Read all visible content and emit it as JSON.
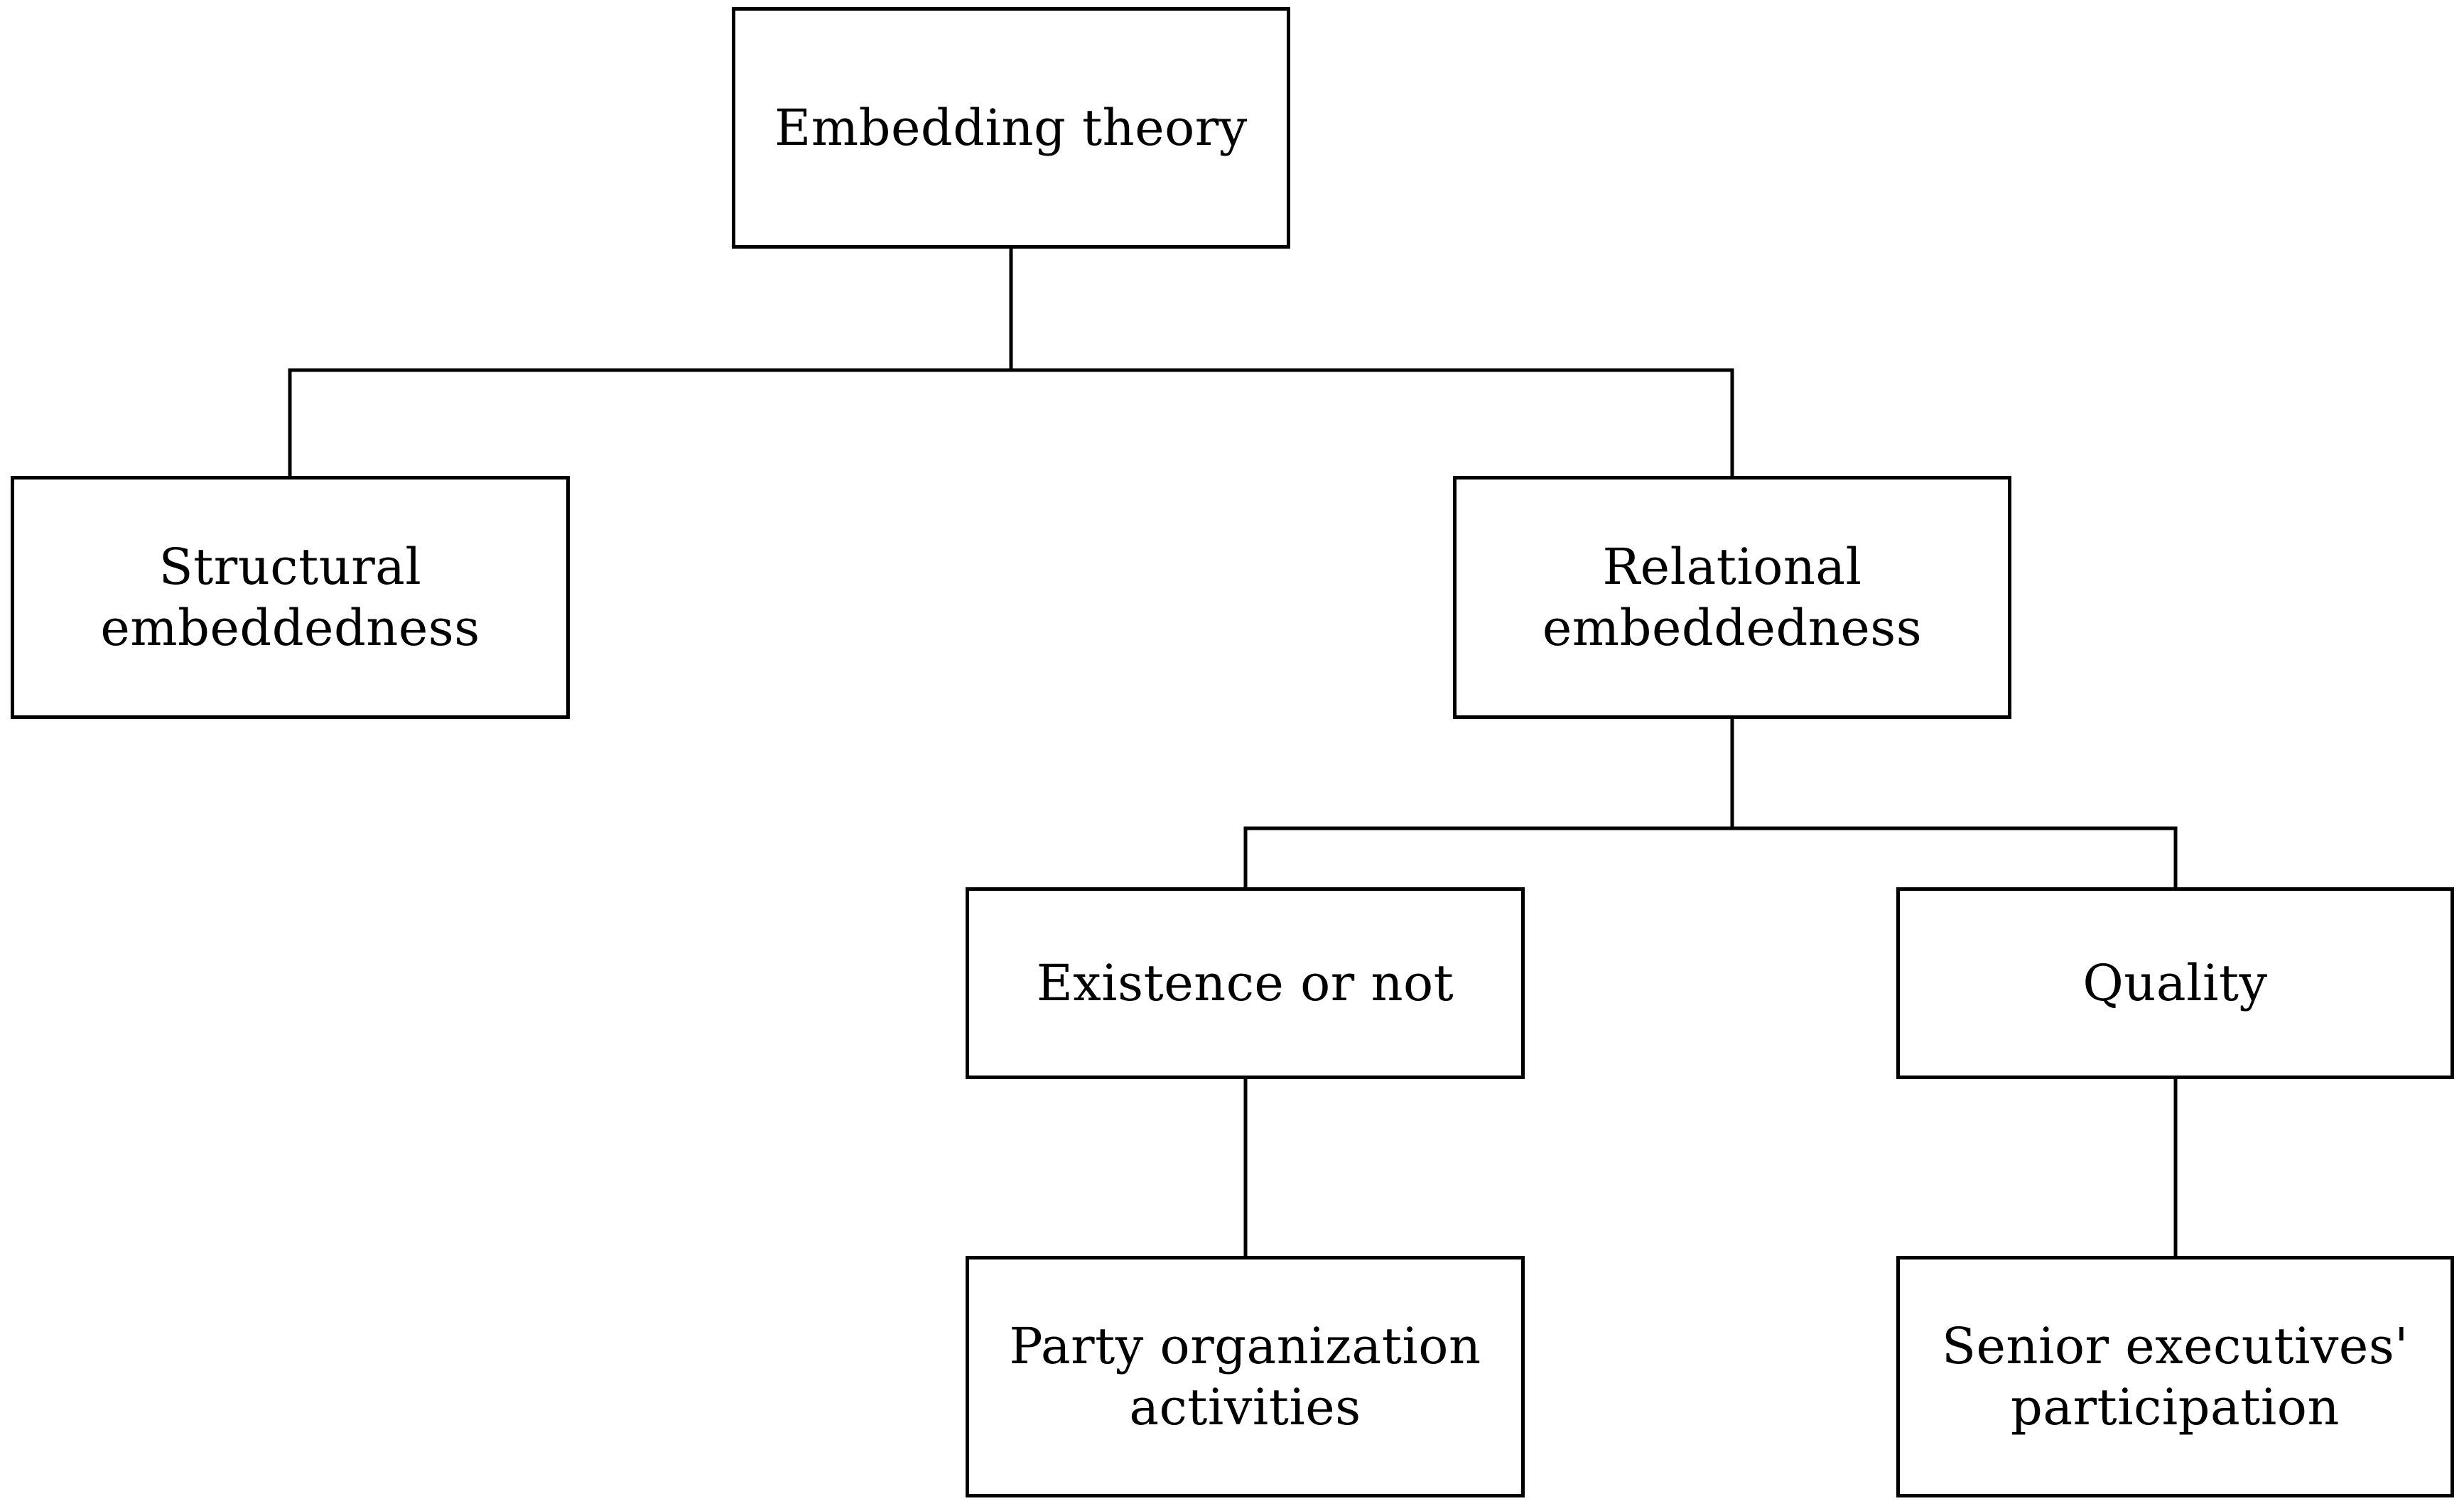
{
  "diagram": {
    "nodes": {
      "root": {
        "label": "Embedding theory"
      },
      "structural": {
        "label": "Structural\nembeddedness"
      },
      "relational": {
        "label": "Relational\nembeddedness"
      },
      "existence": {
        "label": "Existence or not"
      },
      "quality": {
        "label": "Quality"
      },
      "party": {
        "label": "Party organization\nactivities"
      },
      "senior": {
        "label": "Senior executives'\nparticipation"
      }
    },
    "edges": [
      {
        "from": "root",
        "to": "structural"
      },
      {
        "from": "root",
        "to": "relational"
      },
      {
        "from": "relational",
        "to": "existence"
      },
      {
        "from": "relational",
        "to": "quality"
      },
      {
        "from": "existence",
        "to": "party"
      },
      {
        "from": "quality",
        "to": "senior"
      }
    ],
    "colors": {
      "stroke": "#000000",
      "background": "#ffffff"
    }
  }
}
